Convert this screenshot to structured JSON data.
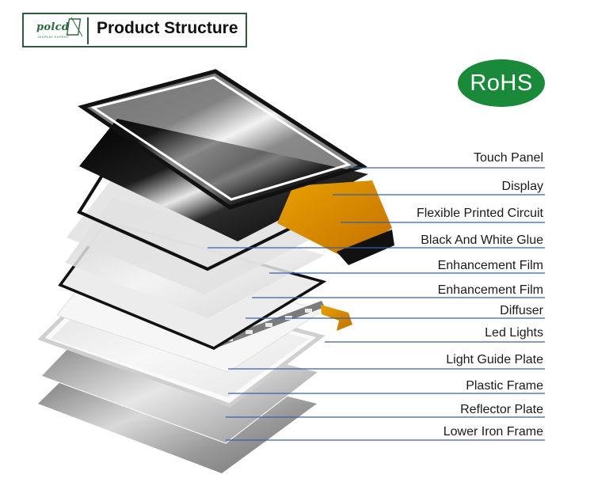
{
  "header": {
    "logo_text": "polcd",
    "logo_subtext": "DISPLAY EXPERT",
    "title": "Product Structure"
  },
  "badge": {
    "text": "RoHS",
    "color": "#1a8a3a"
  },
  "accent_color": "#2f5a3c",
  "leader_color": "#3a5fa0",
  "layers": [
    {
      "label": "Touch Panel"
    },
    {
      "label": "Display"
    },
    {
      "label": "Flexible Printed Circuit"
    },
    {
      "label": "Black And White Glue"
    },
    {
      "label": "Enhancement Film"
    },
    {
      "label": "Enhancement Film"
    },
    {
      "label": "Diffuser"
    },
    {
      "label": "Led Lights"
    },
    {
      "label": "Light Guide Plate"
    },
    {
      "label": "Plastic Frame"
    },
    {
      "label": "Reflector Plate"
    },
    {
      "label": "Lower Iron Frame"
    }
  ]
}
